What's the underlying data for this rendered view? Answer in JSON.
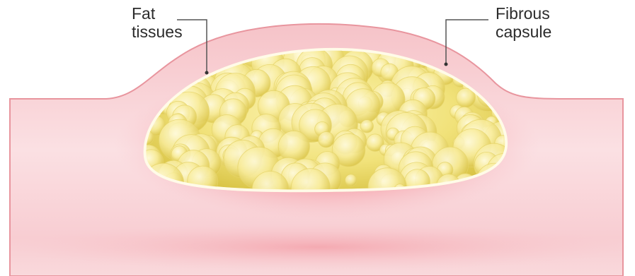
{
  "labels": {
    "fat": {
      "line1": "Fat",
      "line2": "tissues"
    },
    "capsule": {
      "line1": "Fibrous",
      "line2": "capsule"
    }
  },
  "colors": {
    "background": "#ffffff",
    "skin": "#f7c7cc",
    "skin_edge": "#e58a95",
    "inflamed": "#ee6f79",
    "fat_base": "#f2e47a",
    "fat_shadow": "#c9b638",
    "capsule_line": "#fffbe8",
    "leader_line": "#555555"
  }
}
